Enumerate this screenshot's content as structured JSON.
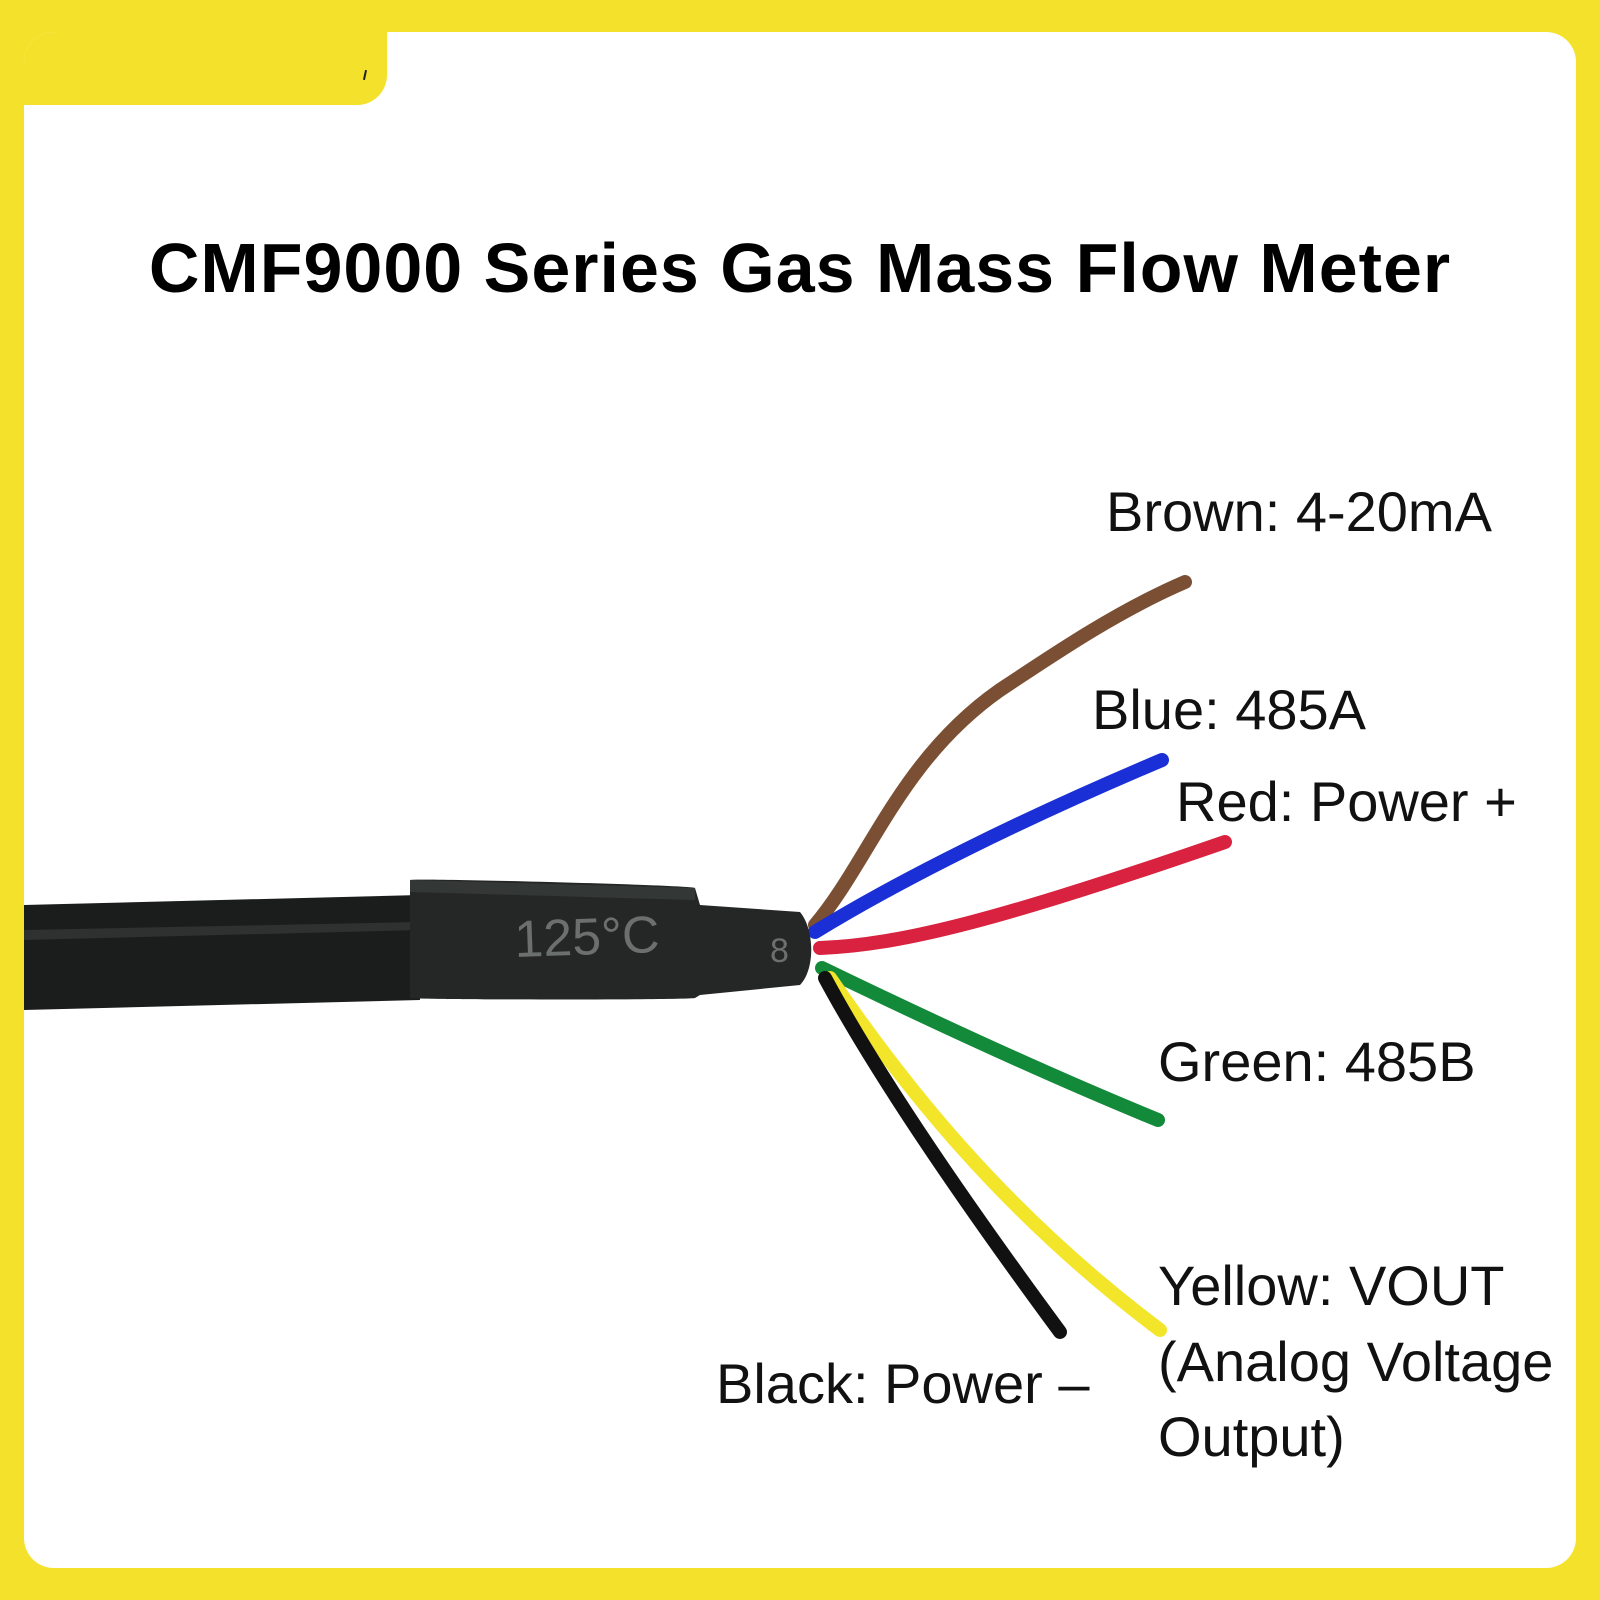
{
  "title": "CMF9000 Series Gas Mass Flow Meter",
  "cable_marking": "125°C",
  "cable_marking_end": "8",
  "wires": [
    {
      "id": "brown",
      "label": "Brown: 4-20mA",
      "color": "#7a4f33"
    },
    {
      "id": "blue",
      "label": "Blue: 485A",
      "color": "#1a2fd6"
    },
    {
      "id": "red",
      "label": "Red: Power +",
      "color": "#d8223f"
    },
    {
      "id": "green",
      "label": "Green: 485B",
      "color": "#138a3a"
    },
    {
      "id": "yellow",
      "label": "Yellow: VOUT",
      "label_line2": "(Analog Voltage",
      "label_line3": "Output)",
      "color": "#f2e52a"
    },
    {
      "id": "black",
      "label": "Black: Power –",
      "color": "#111111"
    }
  ],
  "colors": {
    "background": "#f4e12c",
    "card": "#ffffff",
    "cable_jacket": "#1b1d1c",
    "cable_sleeve": "#242726"
  }
}
